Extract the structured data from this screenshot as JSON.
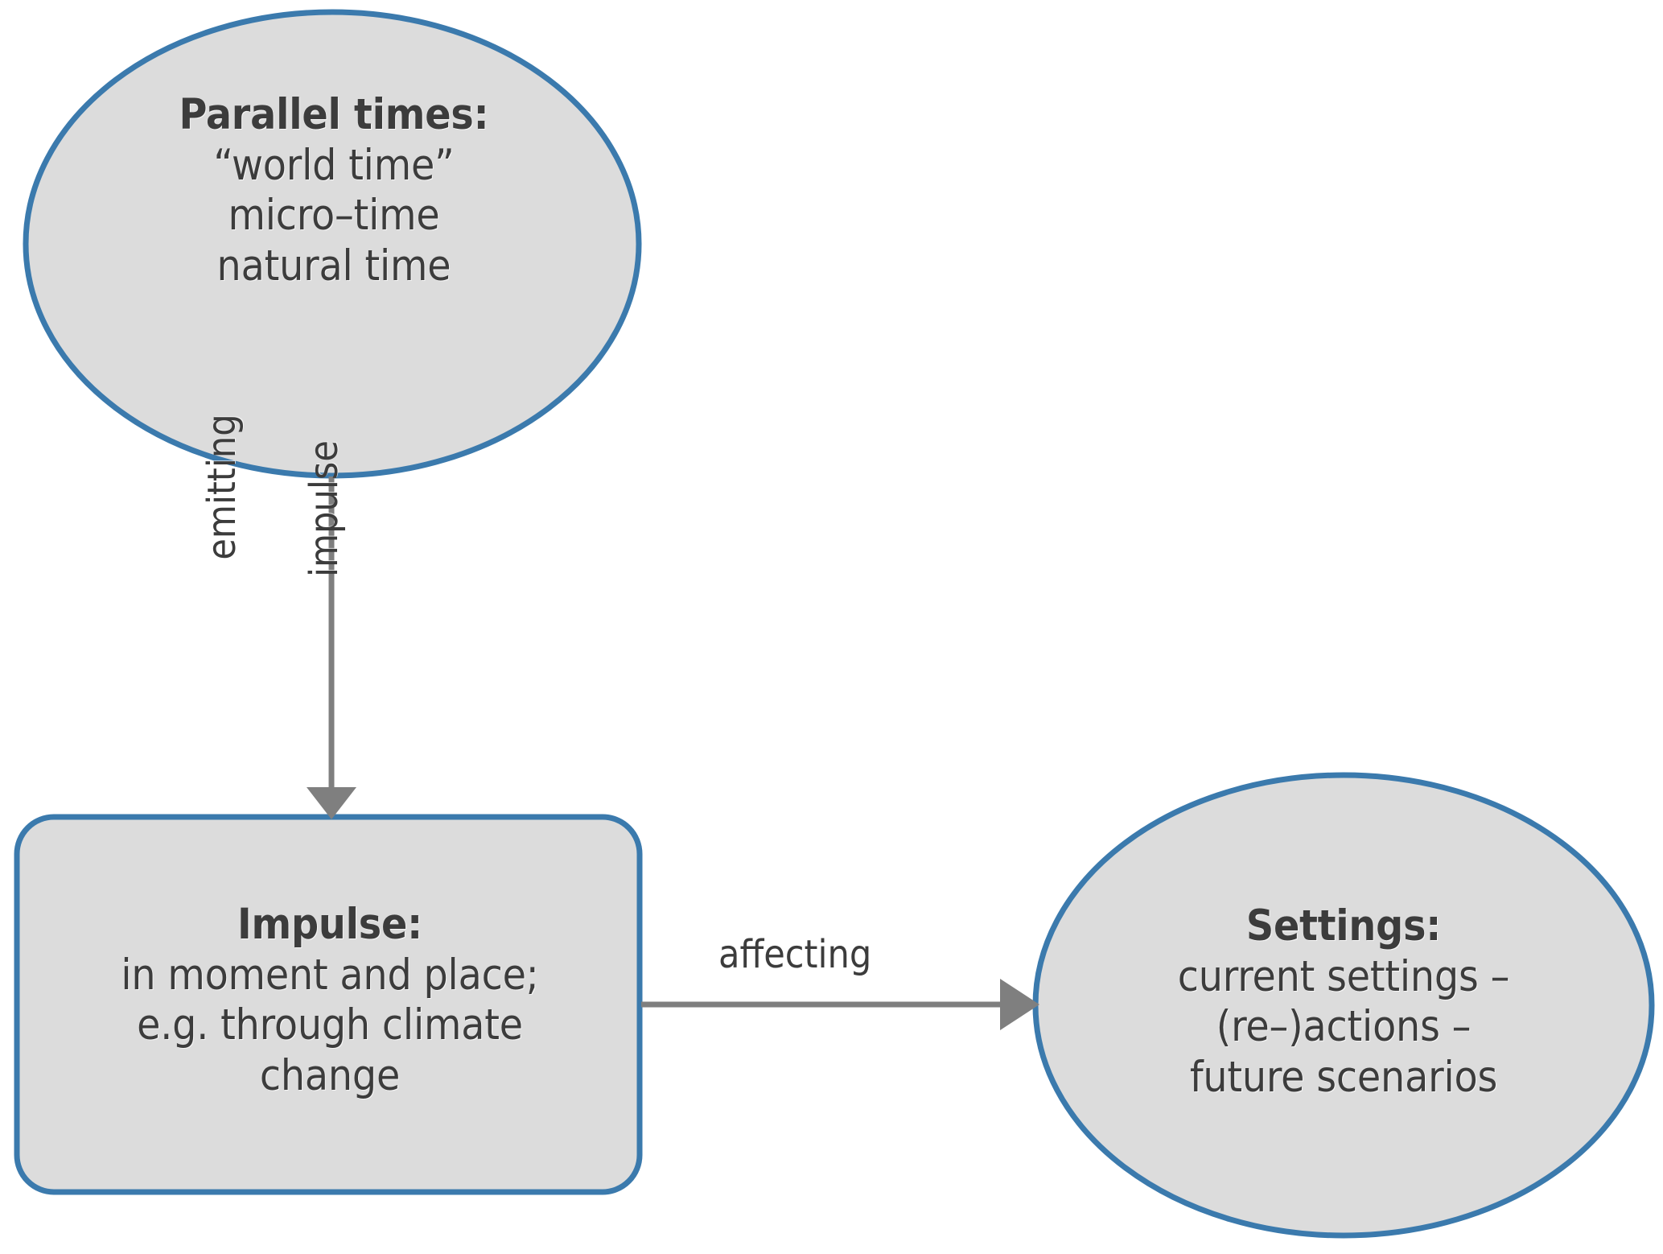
{
  "diagram": {
    "type": "flow-diagram",
    "background": "#ffffff",
    "colors": {
      "node_fill": "#dcdcdc",
      "node_stroke": "#3b7aad",
      "arrow": "#7f7f7f",
      "text": "#3c3c3c"
    },
    "nodes": [
      {
        "id": "parallel-times",
        "shape": "ellipse",
        "title": "Parallel times:",
        "lines": [
          "“world time”",
          "micro–time",
          "natural time"
        ]
      },
      {
        "id": "impulse",
        "shape": "rounded-rectangle",
        "title": "Impulse:",
        "lines": [
          "in moment and place;",
          "e.g. through climate",
          "change"
        ]
      },
      {
        "id": "settings",
        "shape": "ellipse",
        "title": "Settings:",
        "lines": [
          "current settings –",
          "(re–)actions –",
          "future scenarios"
        ]
      }
    ],
    "edges": [
      {
        "id": "parallel-to-impulse",
        "from": "parallel-times",
        "to": "impulse",
        "direction": "down",
        "labels": [
          "emitting",
          "impulse"
        ],
        "label_orientation": "vertical-bottom-to-top"
      },
      {
        "id": "impulse-to-settings",
        "from": "impulse",
        "to": "settings",
        "direction": "right",
        "labels": [
          "affecting"
        ],
        "label_orientation": "horizontal"
      }
    ]
  }
}
